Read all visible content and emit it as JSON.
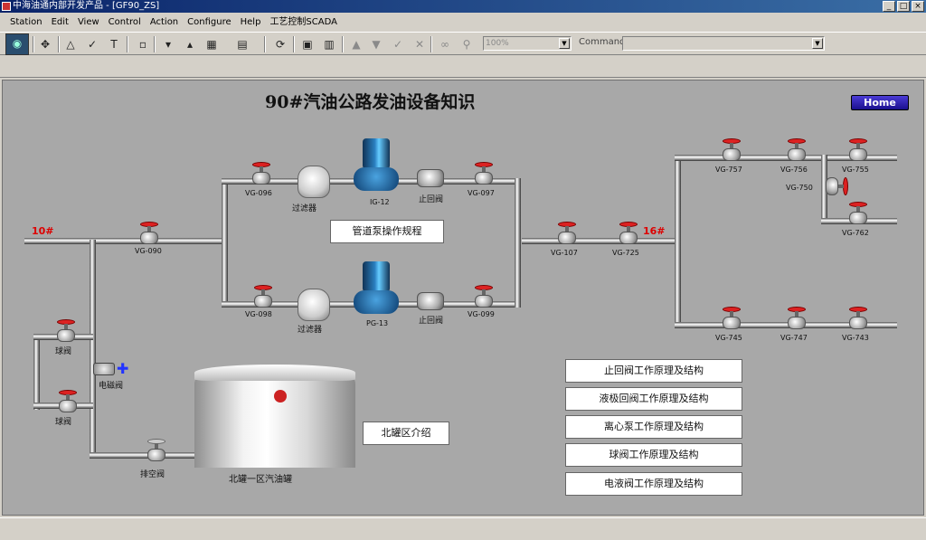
{
  "window": {
    "title": "中海油通内部开发产品 - [GF90_ZS]",
    "min": "_",
    "max": "□",
    "close": "×"
  },
  "menu": [
    "Station",
    "Edit",
    "View",
    "Control",
    "Action",
    "Configure",
    "Help",
    "工艺控制SCADA"
  ],
  "toolbar": {
    "zoom": "100%",
    "command_label": "Command",
    "command_value": ""
  },
  "canvas": {
    "title": "90#汽油公路发油设备知识",
    "home": "Home",
    "pipe_tags": {
      "in": "10#",
      "out": "16#"
    },
    "valves": {
      "v1": "VG-090",
      "v2": "VG-096",
      "v3": "VG-097",
      "v4": "VG-098",
      "v5": "VG-099",
      "v6": "VG-107",
      "v7": "VG-725",
      "v8": "VG-757",
      "v9": "VG-756",
      "v10": "VG-755",
      "v11": "VG-750",
      "v12": "VG-762",
      "v13": "VG-745",
      "v14": "VG-747",
      "v15": "VG-743"
    },
    "equipment": {
      "pump1": "IG-12",
      "pump2": "PG-13",
      "filter1": "过滤器",
      "filter2": "过滤器",
      "check1": "止回阀",
      "check2": "止回阀",
      "side1": "球阀",
      "side2": "球阀",
      "elec_valve": "电磁阀",
      "drain": "排空阀",
      "tank": "北罐一区汽油罐"
    },
    "info_buttons": {
      "pipeline": "管道泵操作规程",
      "north_tank": "北罐区介绍",
      "check_valve": "止回阀工作原理及结构",
      "liquid_valve": "液极回阀工作原理及结构",
      "centrifugal": "离心泵工作原理及结构",
      "ball_valve": "球阀工作原理及结构",
      "drain_valve": "电液阀工作原理及结构"
    }
  },
  "colors": {
    "canvas": "#a8a8a8",
    "valve_handle": "#d22222",
    "pump": "#1e6fb5",
    "tag": "#dd0000"
  }
}
